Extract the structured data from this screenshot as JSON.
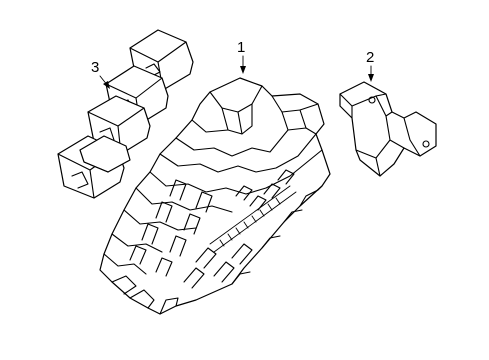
{
  "callouts": {
    "part1": {
      "label": "1"
    },
    "part2": {
      "label": "2"
    },
    "part3": {
      "label": "3"
    }
  },
  "colors": {
    "ink": "#000000",
    "paper": "#ffffff"
  }
}
